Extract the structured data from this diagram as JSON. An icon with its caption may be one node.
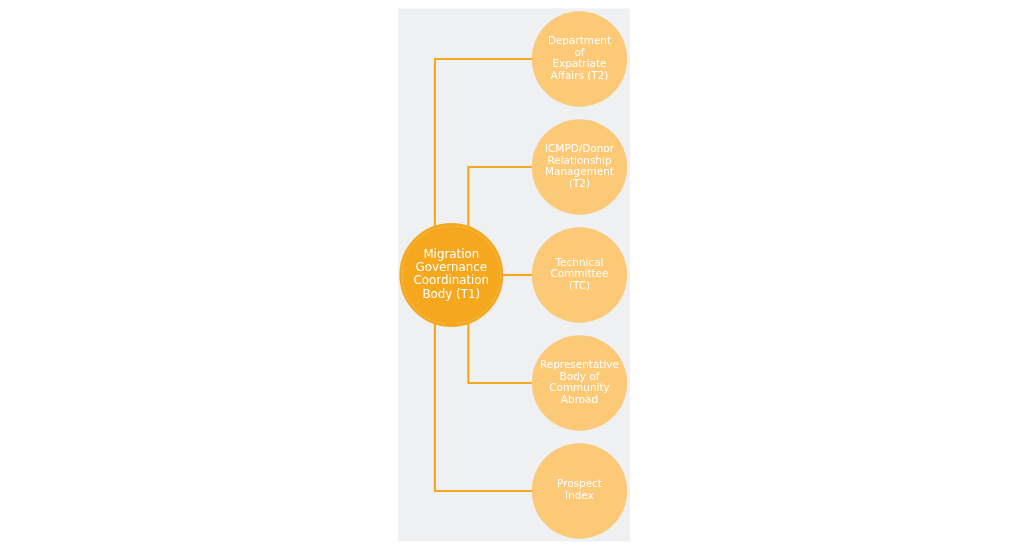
{
  "diagram": {
    "nodes": [
      {
        "text": [
          "Migration Governance Coordination Body (T1)"
        ]
      },
      {
        "text": [
          "Department of Expatriate Affairs (T2)"
        ]
      },
      {
        "text": [
          "ICMPD/Donor Relationship Management (T2)"
        ]
      },
      {
        "text": [
          "Technical Committee (TC)"
        ]
      },
      {
        "text": [
          "Representative Body of Community Abroad"
        ]
      },
      {
        "text": [
          "Prospect Index"
        ]
      }
    ],
    "edges": [
      {
        "from": 0,
        "to": 1,
        "arrow": "none"
      },
      {
        "from": 0,
        "to": 2,
        "arrow": "none"
      },
      {
        "from": 0,
        "to": 3,
        "arrow": "none"
      },
      {
        "from": 0,
        "to": 4,
        "arrow": "none"
      },
      {
        "from": 0,
        "to": 5,
        "arrow": "none"
      }
    ]
  }
}
